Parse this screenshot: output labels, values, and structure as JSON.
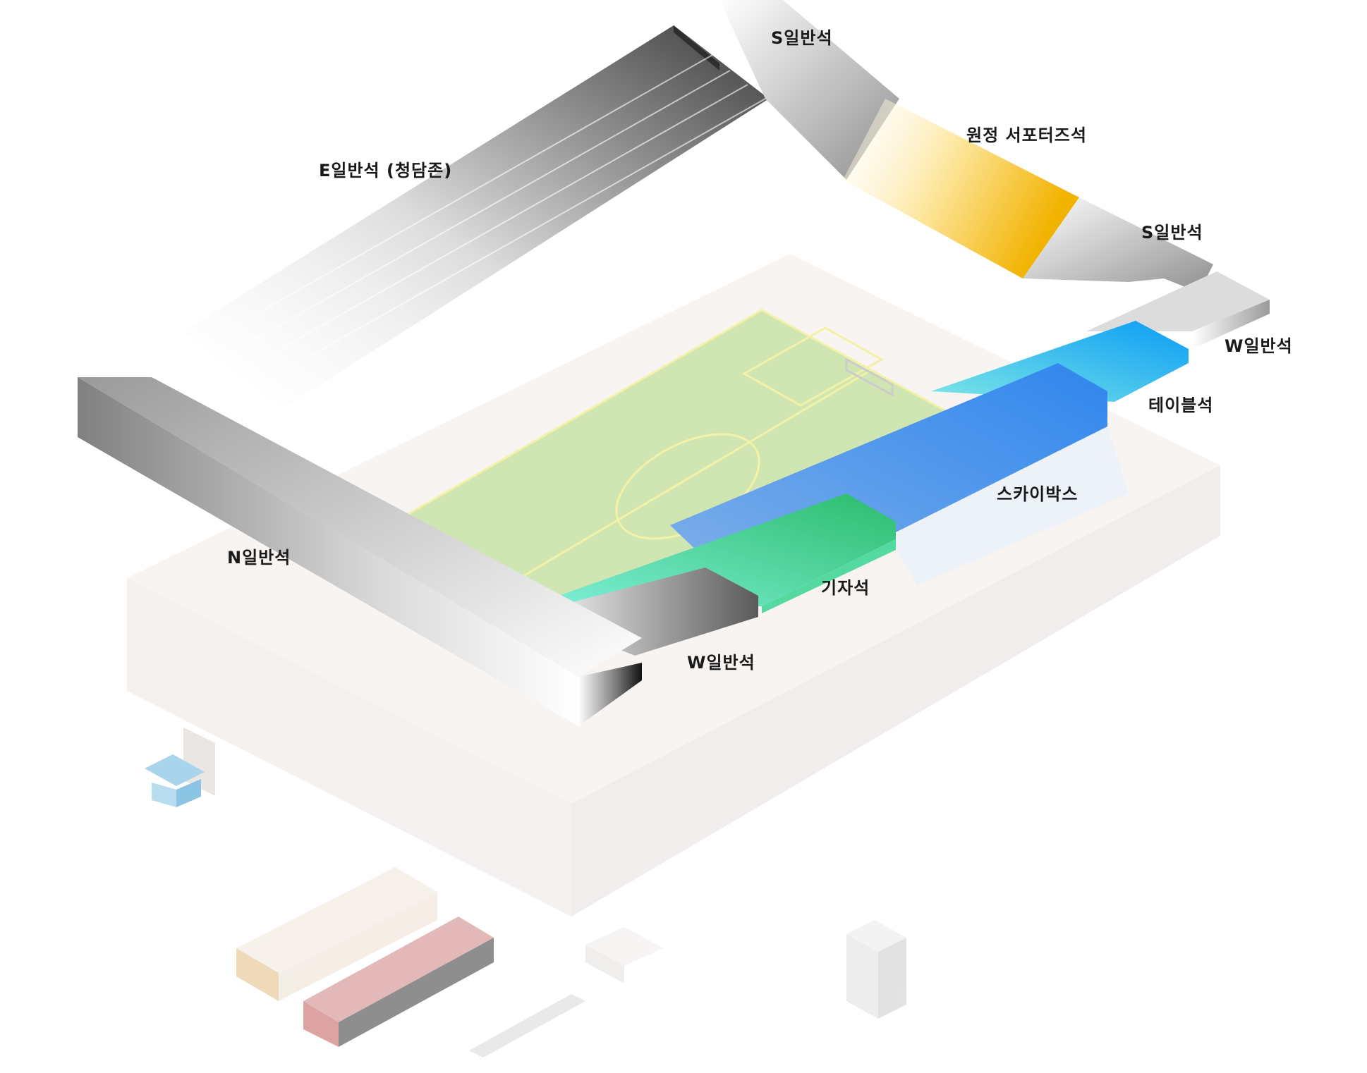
{
  "labels": {
    "e_general": "E일반석 (청담존)",
    "s_general_top": "S일반석",
    "away_supporters": "원정 서포터즈석",
    "s_general_right": "S일반석",
    "w_general_right": "W일반석",
    "table_seats": "테이블석",
    "skybox": "스카이박스",
    "press": "기자석",
    "w_general_front": "W일반석",
    "n_general": "N일반석"
  },
  "colors": {
    "away_yellow": "#f2b300",
    "table_cyan": "#1eaaf5",
    "skybox_blue": "#3f8eea",
    "press_green": "#33be72",
    "pitch_green": "#cfe6b3",
    "stand_gray": "#8e8e8e"
  },
  "icons": [
    "stadium",
    "pitch",
    "goal",
    "bus",
    "kiosk"
  ]
}
